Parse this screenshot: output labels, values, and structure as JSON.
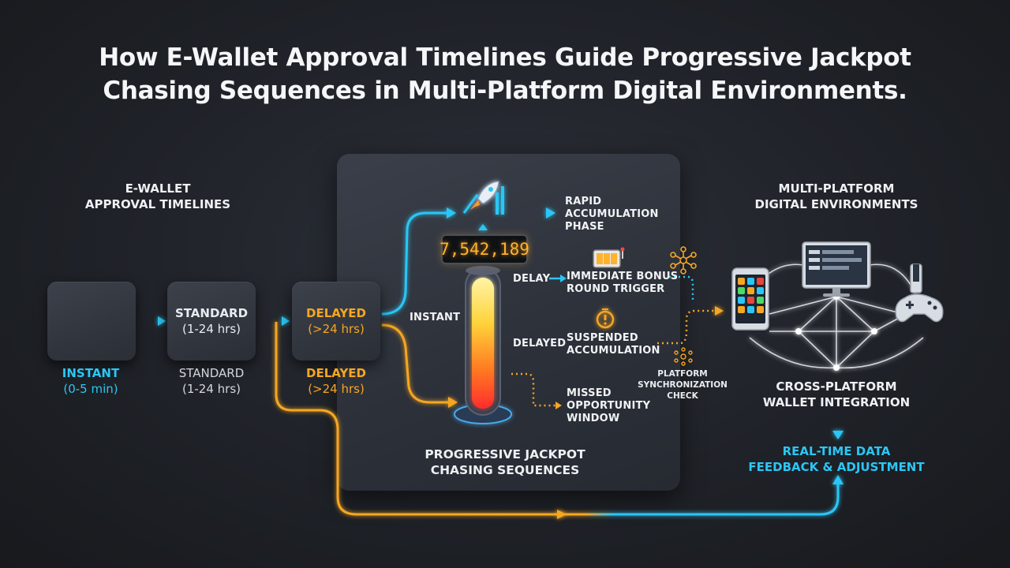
{
  "title": {
    "line1": "How E-Wallet Approval Timelines Guide Progressive Jackpot",
    "line2": "Chasing Sequences in Multi-Platform Digital Environments."
  },
  "left_section": {
    "heading_line1": "E-WALLET",
    "heading_line2": "APPROVAL TIMELINES",
    "boxes": [
      {
        "label": "STANDARD",
        "sub": "(1-24 hrs)"
      },
      {
        "label": "DELAYED",
        "sub": "(>24 hrs)"
      }
    ],
    "captions": [
      {
        "label": "INSTANT",
        "sub": "(0-5 min)"
      },
      {
        "label": "STANDARD",
        "sub": "(1-24 hrs)"
      },
      {
        "label": "DELAYED",
        "sub": "(>24 hrs)"
      }
    ]
  },
  "center_panel": {
    "counter": "7,542,189",
    "instant_label": "INSTANT",
    "delay_tag_1": "DELAY",
    "delay_tag_2": "DELAYED",
    "outcomes": [
      {
        "line1": "RAPID",
        "line2": "ACCUMULATION",
        "line3": "PHASE"
      },
      {
        "line1": "IMMEDIATE BONUS",
        "line2": "ROUND TRIGGER"
      },
      {
        "line1": "SUSPENDED",
        "line2": "ACCUMULATION"
      },
      {
        "line1": "MISSED",
        "line2": "OPPORTUNITY",
        "line3": "WINDOW"
      }
    ],
    "heading_line1": "PROGRESSIVE JACKPOT",
    "heading_line2": "CHASING SEQUENCES",
    "sync_line1": "PLATFORM",
    "sync_line2": "SYNCHRONIZATION",
    "sync_line3": "CHECK"
  },
  "right_section": {
    "heading_line1": "MULTI-PLATFORM",
    "heading_line2": "DIGITAL ENVIRONMENTS",
    "integration_line1": "CROSS-PLATFORM",
    "integration_line2": "WALLET INTEGRATION",
    "feedback_line1": "REAL-TIME DATA",
    "feedback_line2": "FEEDBACK & ADJUSTMENT"
  },
  "colors": {
    "cyan": "#2cc6f5",
    "orange": "#f5a623",
    "background": "#1f2228"
  },
  "icons": [
    "wallet-check-icon",
    "rocket-chart-icon",
    "slot-machine-icon",
    "warning-timer-icon",
    "network-node-icon",
    "smartphone-icon",
    "monitor-icon",
    "vr-controller-icon"
  ]
}
